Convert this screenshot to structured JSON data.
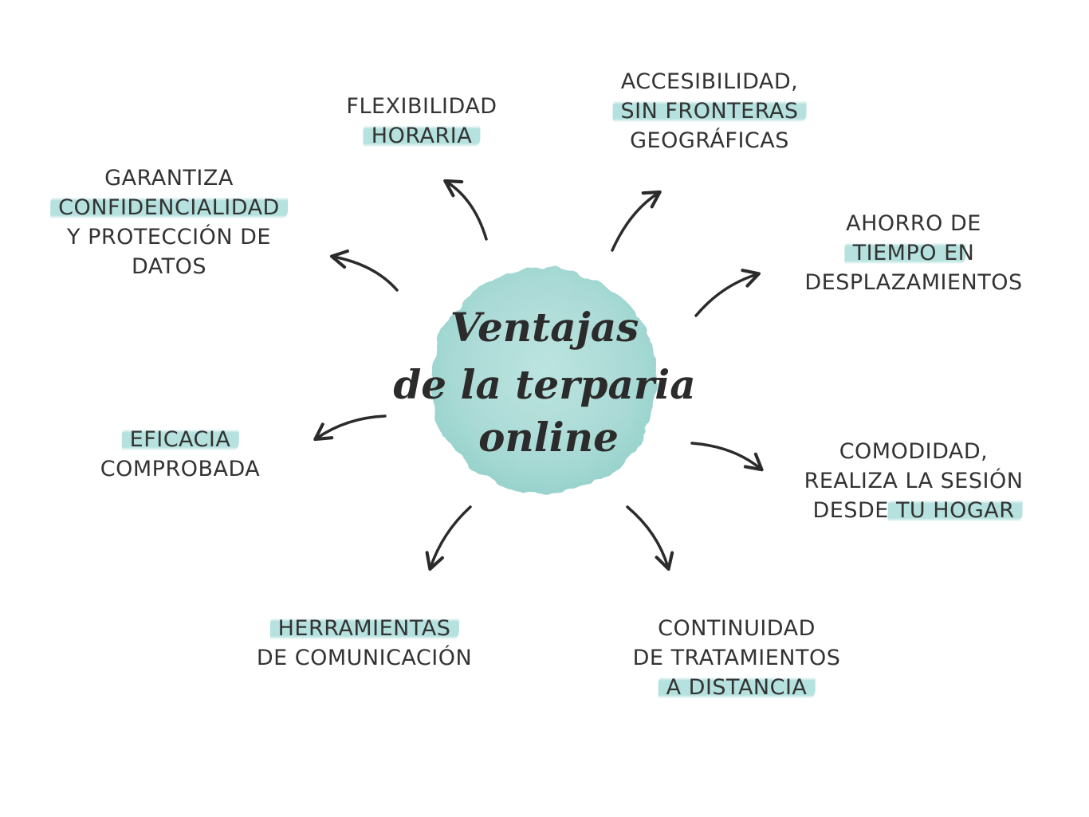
{
  "center": {
    "title_lines": [
      "Ventajas",
      "de la terparia",
      "online"
    ],
    "circle_color": "#a8dcd8"
  },
  "benefits": [
    {
      "id": "flexibilidad",
      "lines": [
        [
          {
            "t": "FLEXIBILIDAD",
            "h": false
          }
        ],
        [
          {
            "t": "HORARIA",
            "h": true
          }
        ]
      ]
    },
    {
      "id": "accesibilidad",
      "lines": [
        [
          {
            "t": "ACCESIBILIDAD,",
            "h": false
          }
        ],
        [
          {
            "t": "SIN FRONTERAS",
            "h": true
          }
        ],
        [
          {
            "t": "GEOGRÁFICAS",
            "h": false
          }
        ]
      ]
    },
    {
      "id": "confidencialidad",
      "lines": [
        [
          {
            "t": "GARANTIZA",
            "h": false
          }
        ],
        [
          {
            "t": "CONFIDENCIALIDAD",
            "h": true
          }
        ],
        [
          {
            "t": "Y PROTECCIÓN DE",
            "h": false
          }
        ],
        [
          {
            "t": "DATOS",
            "h": false
          }
        ]
      ]
    },
    {
      "id": "ahorro",
      "lines": [
        [
          {
            "t": "AHORRO DE",
            "h": false
          }
        ],
        [
          {
            "t": "TIEMPO E",
            "h": true
          },
          {
            "t": "N",
            "h": false
          }
        ],
        [
          {
            "t": "DESPLAZAMIENTOS",
            "h": false
          }
        ]
      ]
    },
    {
      "id": "eficacia",
      "lines": [
        [
          {
            "t": "EFICACIA",
            "h": true
          }
        ],
        [
          {
            "t": "COMPROBADA",
            "h": false
          }
        ]
      ]
    },
    {
      "id": "comodidad",
      "lines": [
        [
          {
            "t": "COMODIDAD,",
            "h": false
          }
        ],
        [
          {
            "t": "REALIZA LA SESIÓN",
            "h": false
          }
        ],
        [
          {
            "t": "DESDE ",
            "h": false
          },
          {
            "t": "TU HOGAR",
            "h": true
          }
        ]
      ]
    },
    {
      "id": "herramientas",
      "lines": [
        [
          {
            "t": "HERRAMIENTAS",
            "h": true
          }
        ],
        [
          {
            "t": "DE COMUNICACIÓN",
            "h": false
          }
        ]
      ]
    },
    {
      "id": "continuidad",
      "lines": [
        [
          {
            "t": "CONTINUIDAD",
            "h": false
          }
        ],
        [
          {
            "t": "DE TRATAMIENTOS",
            "h": false
          }
        ],
        [
          {
            "t": "A DISTANCIA",
            "h": true
          }
        ]
      ]
    }
  ],
  "colors": {
    "text": "#333333",
    "arrow": "#2b2b2b",
    "highlight": "#a8dcd8"
  }
}
